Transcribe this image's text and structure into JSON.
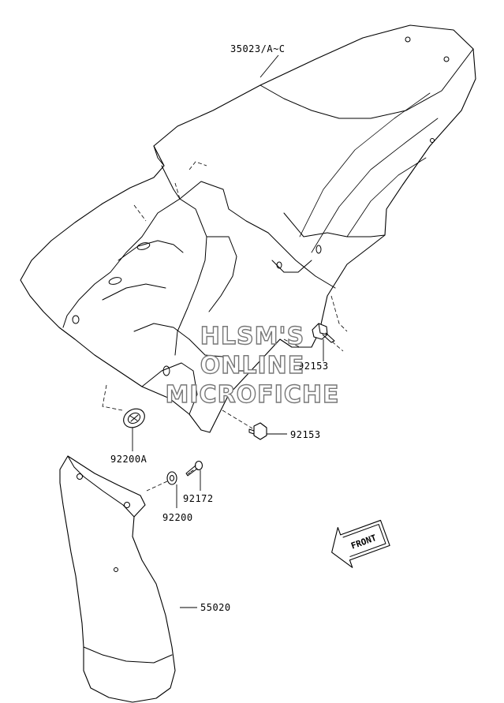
{
  "parts": {
    "rear_fender": "35023/A~C",
    "bolt_upper": "92153",
    "bolt_lower": "92153",
    "grommet": "92200A",
    "screw": "92172",
    "washer": "92200",
    "mud_flap": "55020"
  },
  "watermark": {
    "line1": "HLSM'S",
    "line2": "ONLINE",
    "line3": "MICROFICHE"
  },
  "direction_label": "FRONT"
}
